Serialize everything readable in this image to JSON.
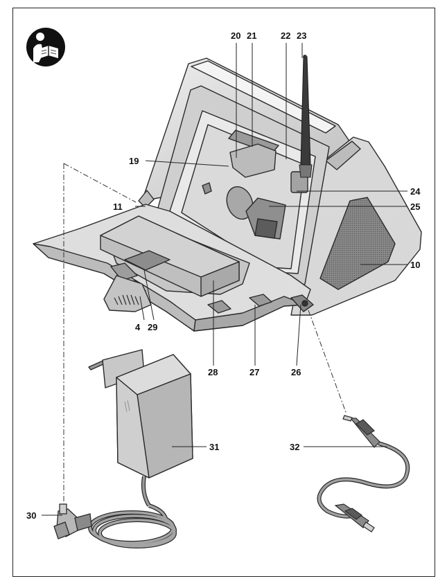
{
  "manual_icon": "read-manual-icon",
  "callouts": [
    {
      "id": "20",
      "text": "20"
    },
    {
      "id": "21",
      "text": "21"
    },
    {
      "id": "22",
      "text": "22"
    },
    {
      "id": "23",
      "text": "23"
    },
    {
      "id": "19",
      "text": "19"
    },
    {
      "id": "24",
      "text": "24"
    },
    {
      "id": "11",
      "text": "11"
    },
    {
      "id": "25",
      "text": "25"
    },
    {
      "id": "10",
      "text": "10"
    },
    {
      "id": "4",
      "text": "4"
    },
    {
      "id": "29",
      "text": "29"
    },
    {
      "id": "28",
      "text": "28"
    },
    {
      "id": "27",
      "text": "27"
    },
    {
      "id": "26",
      "text": "26"
    },
    {
      "id": "31",
      "text": "31"
    },
    {
      "id": "32",
      "text": "32"
    },
    {
      "id": "30",
      "text": "30"
    }
  ],
  "colors": {
    "body_light": "#e4e4e4",
    "body_mid": "#c8c8c8",
    "body_dark": "#9a9a9a",
    "outline": "#2a2a2a",
    "speaker_mesh": "#7d7d7d",
    "icon_black": "#111111"
  }
}
